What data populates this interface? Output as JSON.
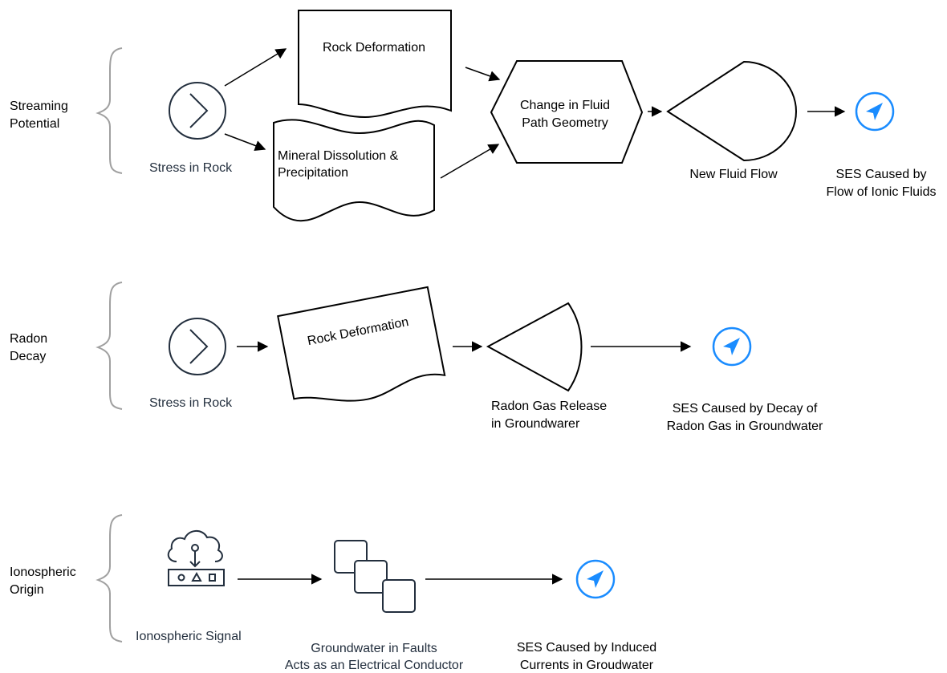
{
  "sections": [
    {
      "label_lines": [
        "Streaming",
        "Potential"
      ],
      "nodes": {
        "stress": [
          "Stress in Rock"
        ],
        "rock_deformation": [
          "Rock Deformation"
        ],
        "mineral": [
          "Mineral Dissolution &",
          "Precipitation"
        ],
        "fluid_path": [
          "Change in Fluid",
          "Path Geometry"
        ],
        "new_flow": [
          "New Fluid Flow"
        ],
        "ses": [
          "SES Caused by",
          "Flow of Ionic Fluids"
        ]
      }
    },
    {
      "label_lines": [
        "Radon",
        "Decay"
      ],
      "nodes": {
        "stress": [
          "Stress in Rock"
        ],
        "rock_deformation": [
          "Rock Deformation"
        ],
        "radon_release": [
          "Radon Gas Release",
          "in Groundwarer"
        ],
        "ses": [
          "SES Caused by Decay of",
          "Radon Gas in Groundwater"
        ]
      }
    },
    {
      "label_lines": [
        "Ionospheric",
        "Origin"
      ],
      "nodes": {
        "signal": [
          "Ionospheric Signal"
        ],
        "groundwater": [
          "Groundwater in Faults",
          "Acts as an Electrical Conductor"
        ],
        "ses": [
          "SES Caused by Induced",
          "Currents in Groudwater"
        ]
      }
    }
  ],
  "colors": {
    "accent_blue": "#1a8cff",
    "label_dark": "#232f3e",
    "brace_gray": "#a0a0a0"
  },
  "icons": {
    "stress": "chevron-circle-icon",
    "ses": "navigation-arrow-icon",
    "signal": "cloud-download-device-icon",
    "groundwater": "stacked-windows-icon"
  }
}
